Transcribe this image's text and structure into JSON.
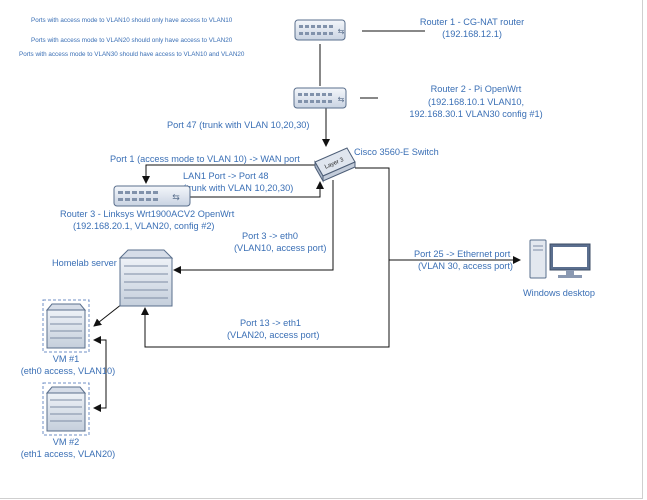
{
  "notes": [
    "Ports with access mode to VLAN10 should only have access to VLAN10",
    "Ports with access mode to VLAN20 should only have access to VLAN20",
    "Ports with access mode to VLAN30 should have access to VLAN10 and VLAN20"
  ],
  "router1": {
    "name": "Router 1 - CG-NAT router",
    "ip": "(192.168.12.1)"
  },
  "router2": {
    "name": "Router 2 - Pi OpenWrt",
    "line2": "(192.168.10.1 VLAN10,",
    "line3": "192.168.30.1 VLAN30 config #1)"
  },
  "switch": {
    "name": "Cisco 3560-E Switch",
    "badge": "Layer 3"
  },
  "port47": "Port 47 (trunk with VLAN 10,20,30)",
  "port1": "Port 1 (access mode to VLAN 10) -> WAN port",
  "lan1": {
    "line1": "LAN1 Port -> Port 48",
    "line2": "(trunk with VLAN 10,20,30)"
  },
  "router3": {
    "line1": "Router 3 - Linksys Wrt1900ACV2 OpenWrt",
    "line2": "(192.168.20.1, VLAN20, config #2)"
  },
  "port3": {
    "line1": "Port 3 -> eth0",
    "line2": "(VLAN10, access port)"
  },
  "homelab": "Homelab server",
  "port25": {
    "line1": "Port 25 -> Ethernet port",
    "line2": "(VLAN 30, access port)"
  },
  "desktop": "Windows desktop",
  "port13": {
    "line1": "Port 13 -> eth1",
    "line2": "(VLAN20, access port)"
  },
  "vm1": {
    "line1": "VM #1",
    "line2": "(eth0 access, VLAN10)"
  },
  "vm2": {
    "line1": "VM #2",
    "line2": "(eth1 access, VLAN20)"
  },
  "colors": {
    "label_text": "#3a6fb5",
    "device_face": "#e8edf5",
    "device_stroke": "#5a6f8c",
    "vm_box": "#6f8fc6",
    "wire": "#111111"
  }
}
